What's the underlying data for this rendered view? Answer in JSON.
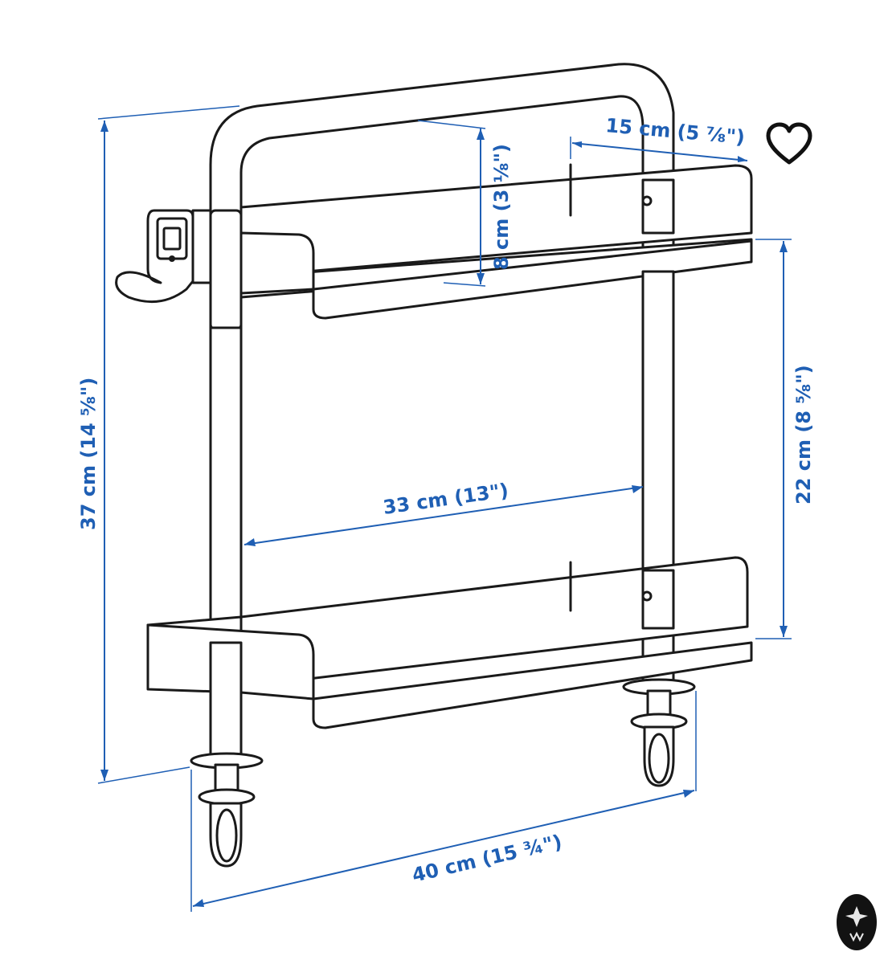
{
  "dimensions": {
    "height": "37 cm (14 ⅝\")",
    "width": "40 cm (15 ¾\")",
    "inner_width": "33 cm (13\")",
    "depth": "15 cm (5 ⅞\")",
    "edge_height": "8 cm (3 ⅛\")",
    "shelf_spacing": "22 cm (8 ⅝\")"
  },
  "colors": {
    "dimension": "#1f5fb4",
    "line": "#1a1a1a",
    "background": "#ffffff"
  },
  "icons": {
    "favorite": "heart-outline-icon",
    "badge": "brand-badge-icon"
  }
}
